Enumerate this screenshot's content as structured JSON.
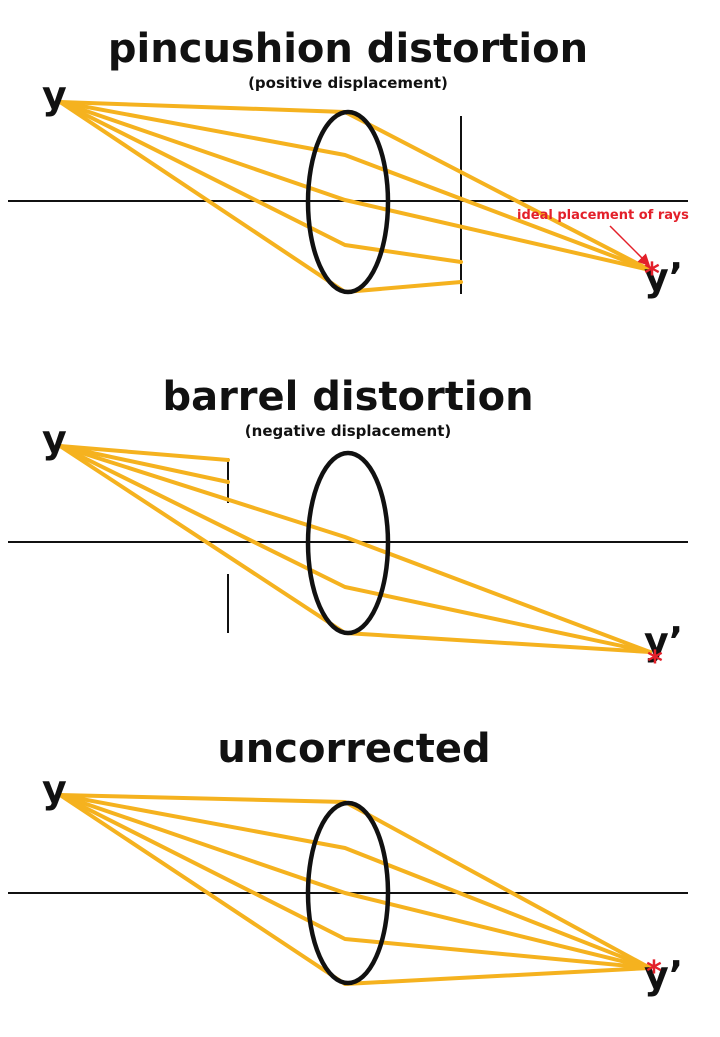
{
  "colors": {
    "ray": "#F5B21F",
    "lens": "#111111",
    "axis": "#111111",
    "stop": "#111111",
    "marker": "#E3202A",
    "annotation": "#E3202A"
  },
  "panels": [
    {
      "id": "pincushion",
      "title": "pincushion distortion",
      "subtitle": "(positive displacement)",
      "object_label": "y",
      "image_label": "y’",
      "annotation": "ideal placement of rays"
    },
    {
      "id": "barrel",
      "title": "barrel distortion",
      "subtitle": "(negative displacement)",
      "object_label": "y",
      "image_label": "y’"
    },
    {
      "id": "uncorrected",
      "title": "uncorrected",
      "object_label": "y",
      "image_label": "y’"
    }
  ]
}
